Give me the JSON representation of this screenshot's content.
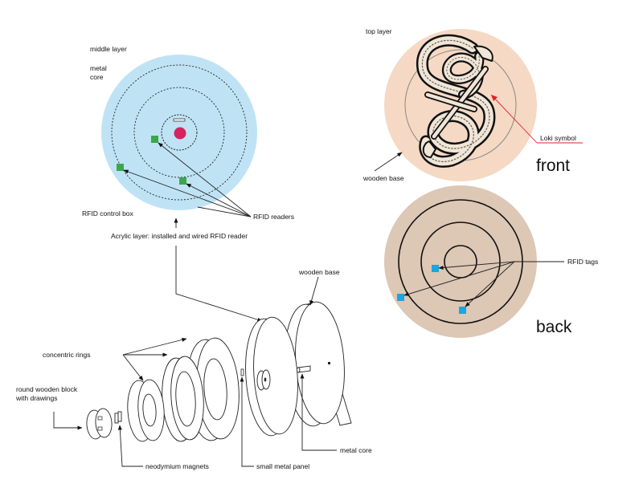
{
  "middle_layer": {
    "title": "middle layer",
    "metal_core_label": "metal\ncore",
    "control_box_label": "RFID control box",
    "readers_label": "RFID readers",
    "acrylic_label": "Acrylic layer: installed and wired RFID reader",
    "disc_color": "#bfe3f5",
    "core_color": "#d6235f",
    "reader_color": "#3aa847"
  },
  "top_layer": {
    "title": "top layer",
    "symbol_label": "Loki symbol",
    "base_label": "wooden base",
    "side_label": "front",
    "disc_color": "#f5d9c4",
    "pointer_color": "#e0202a"
  },
  "back_layer": {
    "tags_label": "RFID tags",
    "side_label": "back",
    "disc_color": "#ddc7b5",
    "tag_color": "#1aa6e0"
  },
  "exploded_view": {
    "wooden_base_label": "wooden base",
    "rings_label": "concentric rings",
    "block_label": "round wooden block\nwith drawings",
    "magnets_label": "neodymium magnets",
    "panel_label": "small metal panel",
    "core_label": "metal core"
  }
}
